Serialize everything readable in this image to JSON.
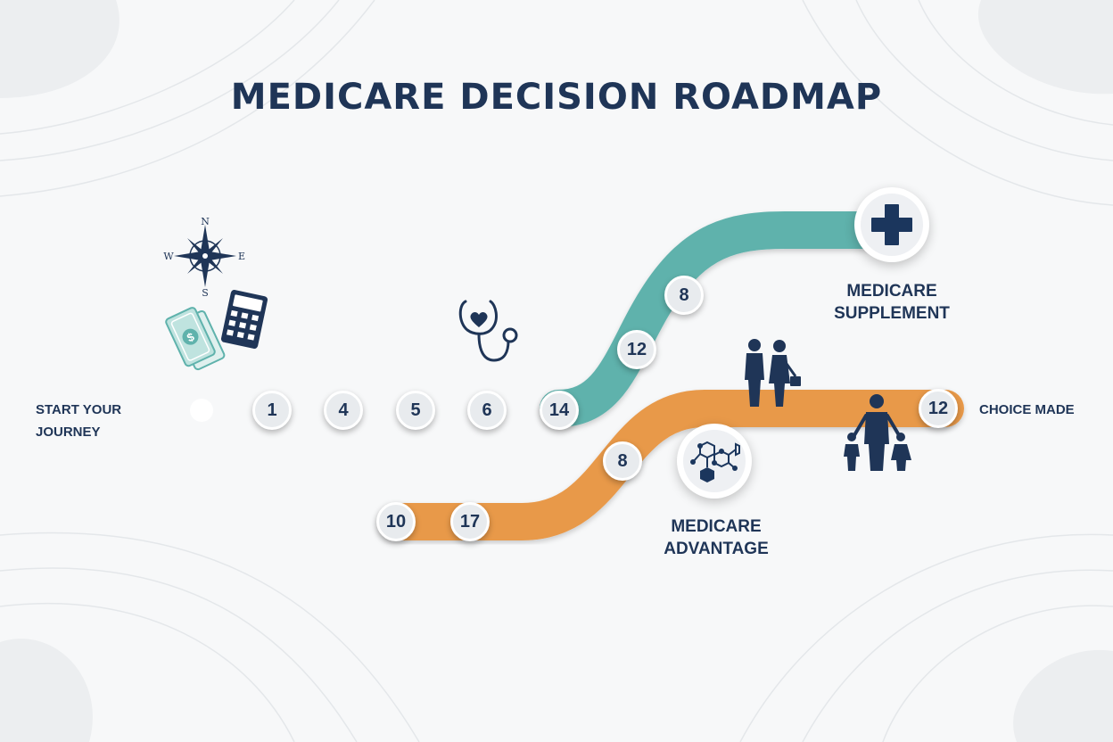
{
  "title": "MEDICARE DECISION ROADMAP",
  "labels": {
    "start": "START YOUR JOURNEY",
    "end": "CHOICE MADE",
    "supplement_line1": "MEDICARE",
    "supplement_line2": "SUPPLEMENT",
    "advantage_line1": "MEDICARE",
    "advantage_line2": "ADVANTAGE"
  },
  "compass": {
    "n": "N",
    "s": "S",
    "e": "E",
    "w": "W"
  },
  "main_stops": [
    "1",
    "4",
    "5",
    "6",
    "14"
  ],
  "supplement_stops": [
    "12",
    "8"
  ],
  "advantage_stops": [
    "10",
    "17",
    "8",
    "12"
  ],
  "colors": {
    "title": "#1f3557",
    "main_road": "#1b365d",
    "supplement_road": "#5fb2ac",
    "advantage_road": "#e8994a",
    "stop_fill": "#e8ebee"
  },
  "icons": [
    "compass-icon",
    "money-icon",
    "calculator-icon",
    "stethoscope-icon",
    "medical-cross-icon",
    "molecule-icon",
    "couple-icon",
    "family-icon"
  ]
}
